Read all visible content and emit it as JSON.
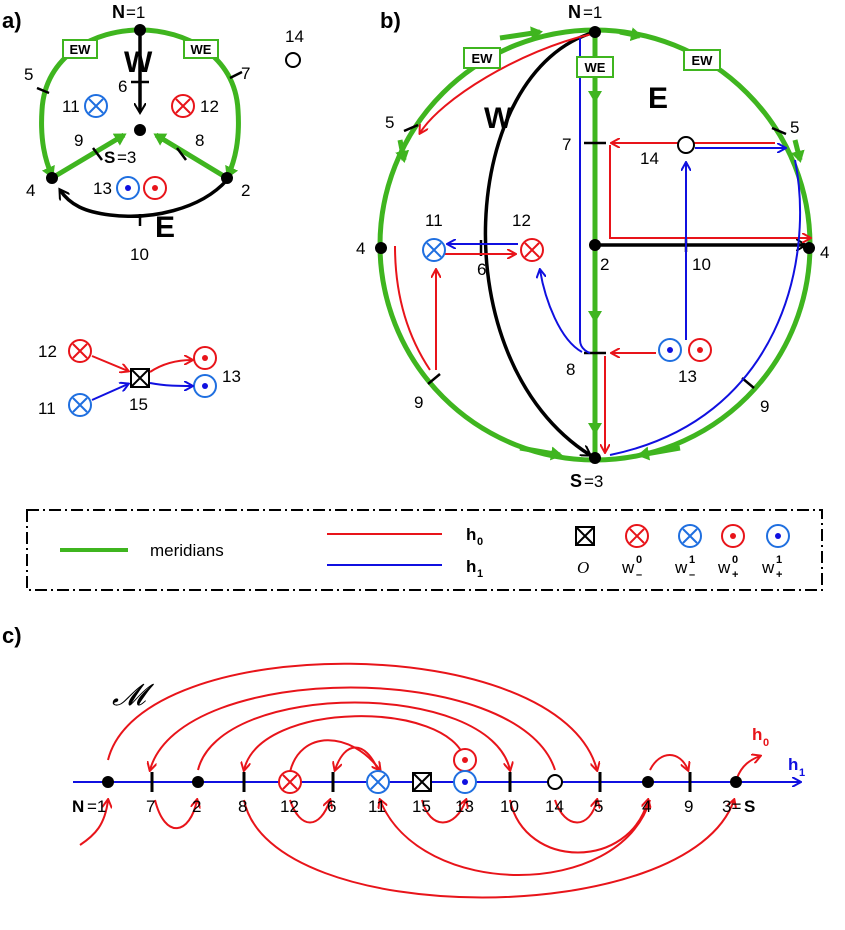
{
  "colors": {
    "meridian": "#3fb51f",
    "h0": "#e8141a",
    "h1": "#1010e0",
    "black": "#000000"
  },
  "panels": {
    "a": "a)",
    "b": "b)",
    "c": "c)"
  },
  "poles": {
    "north": "N",
    "north_eq": "=1",
    "south": "S",
    "south_eq": "=3",
    "south_rev": "3=",
    "south_rev_s": "S"
  },
  "regions": {
    "west": "W",
    "east": "E"
  },
  "boxes": {
    "ew": "EW",
    "we": "WE"
  },
  "numbers": {
    "n2": "2",
    "n4": "4",
    "n5": "5",
    "n6": "6",
    "n7": "7",
    "n8": "8",
    "n9": "9",
    "n10": "10",
    "n11": "11",
    "n12": "12",
    "n13": "13",
    "n14": "14",
    "n15": "15"
  },
  "legend": {
    "meridians": "meridians",
    "h0": "h",
    "h0_sub": "0",
    "h1": "h",
    "h1_sub": "1",
    "o": "O",
    "wm0": "w",
    "wm0_sup": "0",
    "wm0_sub": "–",
    "wm1": "w",
    "wm1_sup": "1",
    "wm1_sub": "–",
    "wp0": "w",
    "wp0_sup": "0",
    "wp0_sub": "+",
    "wp1": "w",
    "wp1_sup": "1",
    "wp1_sub": "+"
  },
  "panel_c": {
    "m_label": "𝓜",
    "sequence": [
      "N =1",
      "7",
      "2",
      "8",
      "12",
      "6",
      "11",
      "15",
      "13",
      "10",
      "14",
      "5",
      "4",
      "9",
      "3=S"
    ],
    "h0": "h",
    "h0_sub": "0",
    "h1": "h",
    "h1_sub": "1"
  },
  "icons": {
    "minus_red": "circled-times-red-icon",
    "minus_blue": "circled-times-blue-icon",
    "plus_red": "circled-dot-red-icon",
    "plus_blue": "circled-dot-blue-icon",
    "o": "boxed-times-icon",
    "hollow": "hollow-circle-icon"
  }
}
